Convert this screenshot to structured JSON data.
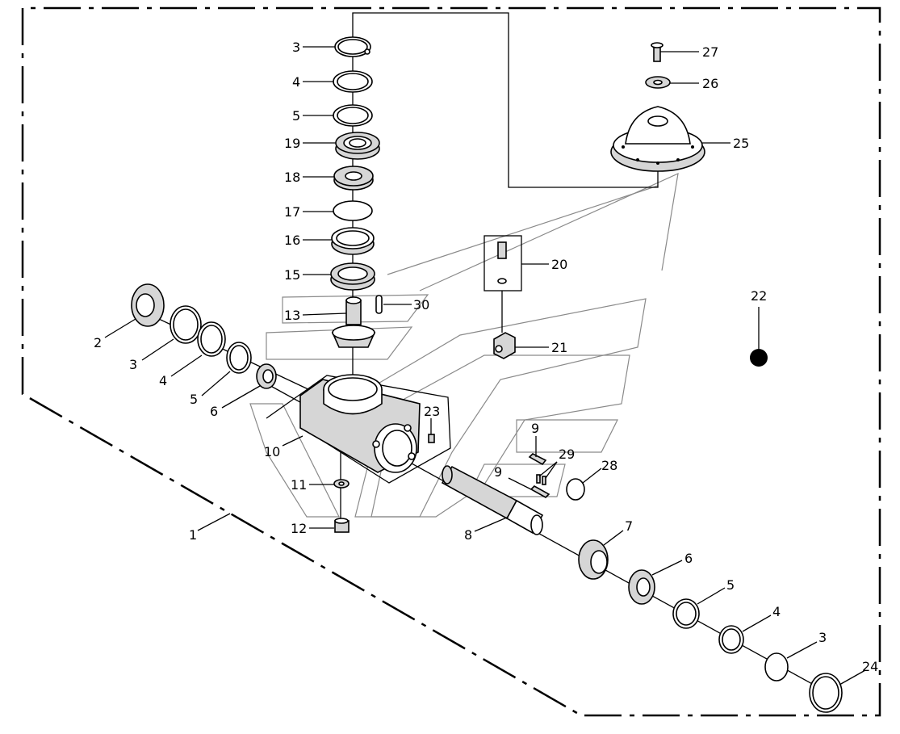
{
  "labels": [
    {
      "id": "l3a",
      "text": "3"
    },
    {
      "id": "l4a",
      "text": "4"
    },
    {
      "id": "l5a",
      "text": "5"
    },
    {
      "id": "l19",
      "text": "19"
    },
    {
      "id": "l18",
      "text": "18"
    },
    {
      "id": "l17",
      "text": "17"
    },
    {
      "id": "l16",
      "text": "16"
    },
    {
      "id": "l15",
      "text": "15"
    },
    {
      "id": "l13",
      "text": "13"
    },
    {
      "id": "l30",
      "text": "30"
    },
    {
      "id": "l27",
      "text": "27"
    },
    {
      "id": "l26",
      "text": "26"
    },
    {
      "id": "l25",
      "text": "25"
    },
    {
      "id": "l20",
      "text": "20"
    },
    {
      "id": "l21",
      "text": "21"
    },
    {
      "id": "l22",
      "text": "22"
    },
    {
      "id": "l2",
      "text": "2"
    },
    {
      "id": "l3b",
      "text": "3"
    },
    {
      "id": "l4b",
      "text": "4"
    },
    {
      "id": "l5b",
      "text": "5"
    },
    {
      "id": "l6a",
      "text": "6"
    },
    {
      "id": "l23",
      "text": "23"
    },
    {
      "id": "l10",
      "text": "10"
    },
    {
      "id": "l9a",
      "text": "9"
    },
    {
      "id": "l29",
      "text": "29"
    },
    {
      "id": "l9b",
      "text": "9"
    },
    {
      "id": "l28",
      "text": "28"
    },
    {
      "id": "l11",
      "text": "11"
    },
    {
      "id": "l12",
      "text": "12"
    },
    {
      "id": "l1",
      "text": "1"
    },
    {
      "id": "l8",
      "text": "8"
    },
    {
      "id": "l7",
      "text": "7"
    },
    {
      "id": "l6b",
      "text": "6"
    },
    {
      "id": "l5c",
      "text": "5"
    },
    {
      "id": "l4c",
      "text": "4"
    },
    {
      "id": "l3c",
      "text": "3"
    },
    {
      "id": "l24",
      "text": "24"
    }
  ]
}
